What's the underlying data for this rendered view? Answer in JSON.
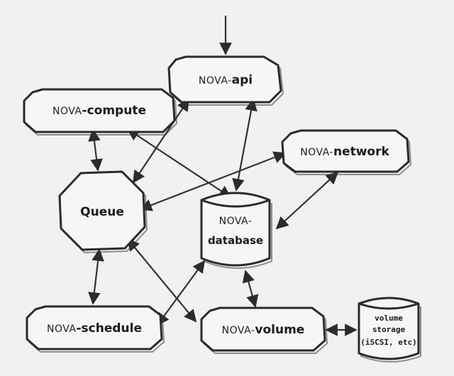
{
  "nodes": {
    "api": {
      "prefix": "NOVA-",
      "name": "api"
    },
    "compute": {
      "prefix": "NOVA",
      "name": "-compute"
    },
    "network": {
      "prefix": "NOVA-",
      "name": "network"
    },
    "queue": {
      "label": "Queue"
    },
    "database": {
      "line1": "NOVA-",
      "line2": "database"
    },
    "schedule": {
      "prefix": "NOVA",
      "name": "-schedule"
    },
    "volume": {
      "prefix": "NOVA-",
      "name": "volume"
    },
    "storage": {
      "line1": "volume",
      "line2": "storage",
      "line3": "(iSCSI, etc)"
    }
  },
  "colors": {
    "ink": "#2b2b2b",
    "paper": "#f2f1ef"
  }
}
